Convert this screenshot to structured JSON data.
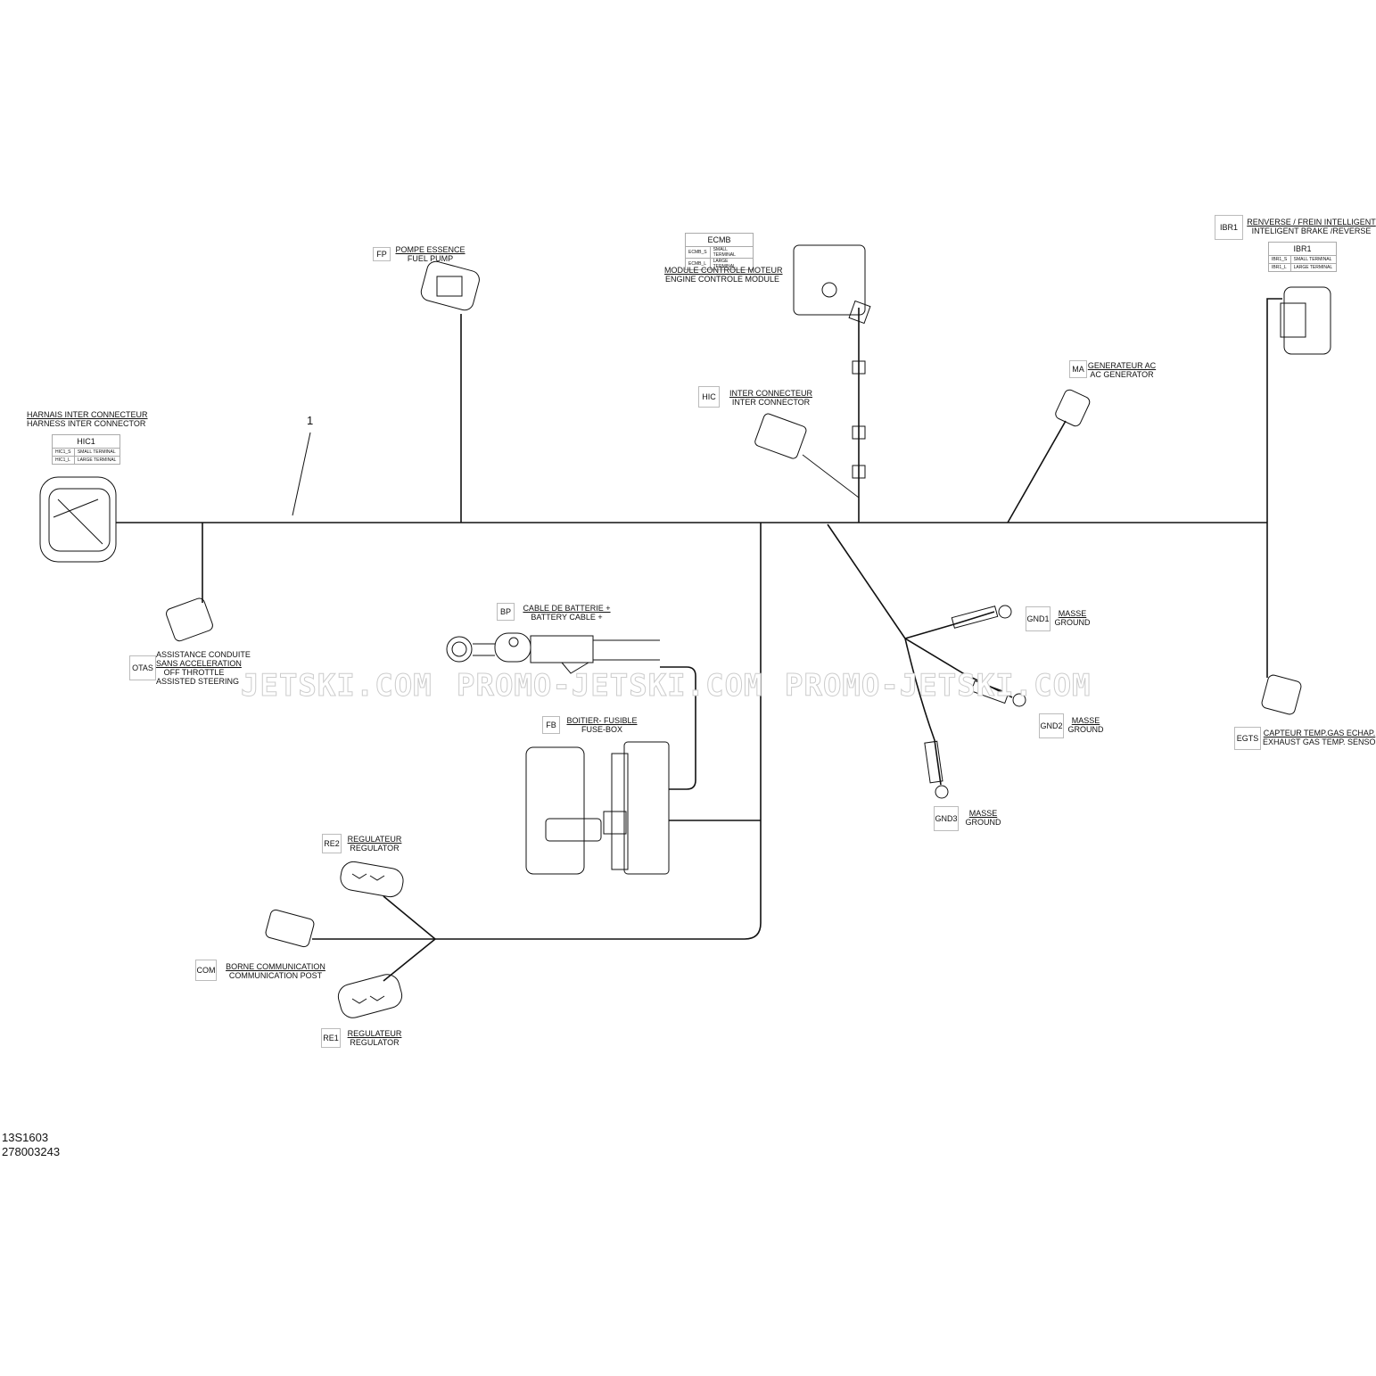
{
  "item_callout": "1",
  "watermarks": [
    "JETSKI.COM",
    "PROMO-JETSKI.COM",
    "PROMO-JETSKI.COM"
  ],
  "footer": {
    "figure_code": "13S1603",
    "part_number": "278003243"
  },
  "components": {
    "hic": {
      "fr": "HARNAIS INTER CONNECTEUR",
      "en": "HARNESS INTER CONNECTOR",
      "table": {
        "title": "HIC1",
        "rows": [
          [
            "HIC1_S",
            "SMALL TERMINAL"
          ],
          [
            "HIC1_L",
            "LARGE TERMINAL"
          ]
        ]
      }
    },
    "fp": {
      "code": "FP",
      "fr": "POMPE ESSENCE",
      "en": "FUEL PUMP"
    },
    "ecm": {
      "fr": "MODULE CONTROLE MOTEUR",
      "en": "ENGINE CONTROLE MODULE",
      "table": {
        "title": "ECMB",
        "rows": [
          [
            "ECMB_S",
            "SMALL TERMINAL"
          ],
          [
            "ECMB_L",
            "LARGE TERMINAL"
          ]
        ]
      }
    },
    "ibr": {
      "code": "IBR1",
      "fr": "RENVERSE / FREIN INTELLIGENT",
      "en": "INTELIGENT BRAKE /REVERSE",
      "table": {
        "title": "IBR1",
        "rows": [
          [
            "IBR1_S",
            "SMALL TERMINAL"
          ],
          [
            "IBR1_L",
            "LARGE TERMINAL"
          ]
        ]
      }
    },
    "hic2": {
      "code": "HIC",
      "fr": "INTER CONNECTEUR",
      "en": "INTER CONNECTOR"
    },
    "ma": {
      "code": "MA",
      "fr": "GENERATEUR AC",
      "en": "AC GENERATOR"
    },
    "otas": {
      "code": "OTAS",
      "fr1": "ASSISTANCE CONDUITE",
      "fr2": "SANS ACCELERATION",
      "en1": "OFF THROTTLE",
      "en2": "ASSISTED STEERING"
    },
    "bp": {
      "code": "BP",
      "fr": "CABLE DE BATTERIE +",
      "en": "BATTERY CABLE +"
    },
    "fb": {
      "code": "FB",
      "fr": "BOITIER- FUSIBLE",
      "en": "FUSE-BOX"
    },
    "gnd1": {
      "code": "GND1",
      "fr": "MASSE",
      "en": "GROUND"
    },
    "gnd2": {
      "code": "GND2",
      "fr": "MASSE",
      "en": "GROUND"
    },
    "gnd3": {
      "code": "GND3",
      "fr": "MASSE",
      "en": "GROUND"
    },
    "egts": {
      "code": "EGTS",
      "fr": "CAPTEUR TEMP.GAS ECHAP.",
      "en": "EXHAUST GAS TEMP. SENSOR"
    },
    "re2": {
      "code": "RE2",
      "fr": "REGULATEUR",
      "en": "REGULATOR"
    },
    "re1": {
      "code": "RE1",
      "fr": "REGULATEUR",
      "en": "REGULATOR"
    },
    "com": {
      "code": "COM",
      "fr": "BORNE COMMUNICATION",
      "en": "COMMUNICATION POST"
    }
  }
}
